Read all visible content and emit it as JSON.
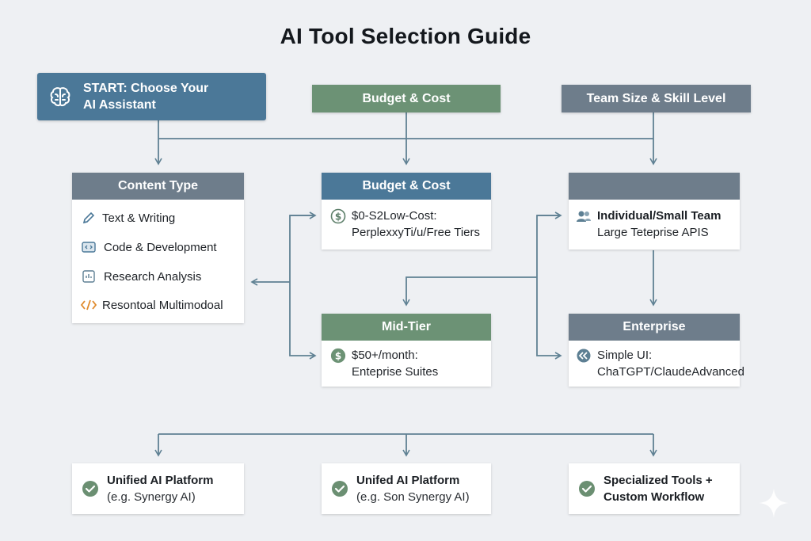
{
  "title": "AI Tool Selection Guide",
  "start": {
    "line1": "START: Choose Your",
    "line2": "AI Assistant",
    "icon": "brain-icon"
  },
  "top_headers": {
    "budget": "Budget & Cost",
    "team": "Team Size & Skill Level"
  },
  "content_type": {
    "header": "Content Type",
    "items": [
      {
        "label": "Text & Writing",
        "icon": "pencil-icon"
      },
      {
        "label": "Code & Development",
        "icon": "code-window-icon"
      },
      {
        "label": "Research Analysis",
        "icon": "research-icon"
      },
      {
        "label": "Resontoal Multimodoal",
        "icon": "code-brackets-icon"
      }
    ]
  },
  "budget_card": {
    "header": "Budget & Cost",
    "line1": "$0-S2Low-Cost:",
    "line2": "PerplexxyTi/u/Free Tiers",
    "icon": "dollar-icon"
  },
  "team_card": {
    "header": "",
    "line1": "Individual/Small Team",
    "line2": "Large Teteprise APIS",
    "icon": "people-icon"
  },
  "midtier_card": {
    "header": "Mid-Tier",
    "line1": "$50+/month:",
    "line2": "Enteprise Suites",
    "icon": "dollar-icon"
  },
  "enterprise_card": {
    "header": "Enterprise",
    "line1": "Simple UI:",
    "line2": "ChaTGPT/ClaudeAdvanced",
    "icon": "arrows-icon"
  },
  "outcomes": [
    {
      "line1": "Unified AI Platform",
      "line2": "(e.g. Synergy AI)"
    },
    {
      "line1": "Unifed AI Platform",
      "line2": "(e.g. Son Synergy AI)"
    },
    {
      "line1": "Specialized Tools +",
      "line2": "Custom Workflow"
    }
  ],
  "colors": {
    "blue": "#4b7898",
    "green": "#6c9275",
    "slate": "#6e7d8b",
    "connector": "#5f8193",
    "check": "#6b8f72"
  }
}
